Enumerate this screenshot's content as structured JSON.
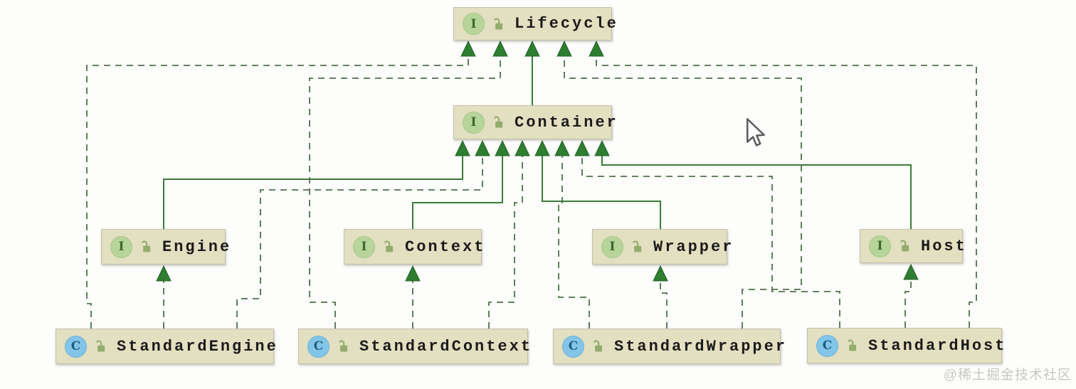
{
  "diagram": {
    "type": "uml-class-hierarchy",
    "nodes": {
      "lifecycle": {
        "label": "Lifecycle",
        "badge": "I",
        "kind": "interface"
      },
      "container": {
        "label": "Container",
        "badge": "I",
        "kind": "interface"
      },
      "engine": {
        "label": "Engine",
        "badge": "I",
        "kind": "interface"
      },
      "context": {
        "label": "Context",
        "badge": "I",
        "kind": "interface"
      },
      "wrapper": {
        "label": "Wrapper",
        "badge": "I",
        "kind": "interface"
      },
      "host": {
        "label": "Host",
        "badge": "I",
        "kind": "interface"
      },
      "standardEngine": {
        "label": "StandardEngine",
        "badge": "C",
        "kind": "class"
      },
      "standardContext": {
        "label": "StandardContext",
        "badge": "C",
        "kind": "class"
      },
      "standardWrapper": {
        "label": "StandardWrapper",
        "badge": "C",
        "kind": "class"
      },
      "standardHost": {
        "label": "StandardHost",
        "badge": "C",
        "kind": "class"
      }
    },
    "edges": [
      {
        "from": "Container",
        "to": "Lifecycle",
        "relation": "extends",
        "line": "solid"
      },
      {
        "from": "Engine",
        "to": "Container",
        "relation": "extends",
        "line": "solid"
      },
      {
        "from": "Context",
        "to": "Container",
        "relation": "extends",
        "line": "solid"
      },
      {
        "from": "Wrapper",
        "to": "Container",
        "relation": "extends",
        "line": "solid"
      },
      {
        "from": "Host",
        "to": "Container",
        "relation": "extends",
        "line": "solid"
      },
      {
        "from": "StandardEngine",
        "to": "Lifecycle",
        "relation": "implements",
        "line": "dashed"
      },
      {
        "from": "StandardContext",
        "to": "Lifecycle",
        "relation": "implements",
        "line": "dashed"
      },
      {
        "from": "StandardWrapper",
        "to": "Lifecycle",
        "relation": "implements",
        "line": "dashed"
      },
      {
        "from": "StandardHost",
        "to": "Lifecycle",
        "relation": "implements",
        "line": "dashed"
      },
      {
        "from": "StandardEngine",
        "to": "Container",
        "relation": "implements",
        "line": "dashed"
      },
      {
        "from": "StandardContext",
        "to": "Container",
        "relation": "implements",
        "line": "dashed"
      },
      {
        "from": "StandardWrapper",
        "to": "Container",
        "relation": "implements",
        "line": "dashed"
      },
      {
        "from": "StandardHost",
        "to": "Container",
        "relation": "implements",
        "line": "dashed"
      },
      {
        "from": "StandardEngine",
        "to": "Engine",
        "relation": "implements",
        "line": "dashed"
      },
      {
        "from": "StandardContext",
        "to": "Context",
        "relation": "implements",
        "line": "dashed"
      },
      {
        "from": "StandardWrapper",
        "to": "Wrapper",
        "relation": "implements",
        "line": "dashed"
      },
      {
        "from": "StandardHost",
        "to": "Host",
        "relation": "implements",
        "line": "dashed"
      }
    ],
    "colors": {
      "node_fill": "#e3dfc1",
      "node_border": "#c2bfa9",
      "solid_edge": "#3a7c36",
      "dashed_edge": "#4c7048",
      "arrowhead": "#2e7d31",
      "interface_badge_fill": "#b7d59b",
      "interface_badge_text": "#3c672d",
      "class_badge_fill": "#82c5e8",
      "class_badge_text": "#1d5d80",
      "background": "#fdfdfb"
    }
  },
  "watermark": {
    "text": "@稀土掘金技术社区"
  }
}
